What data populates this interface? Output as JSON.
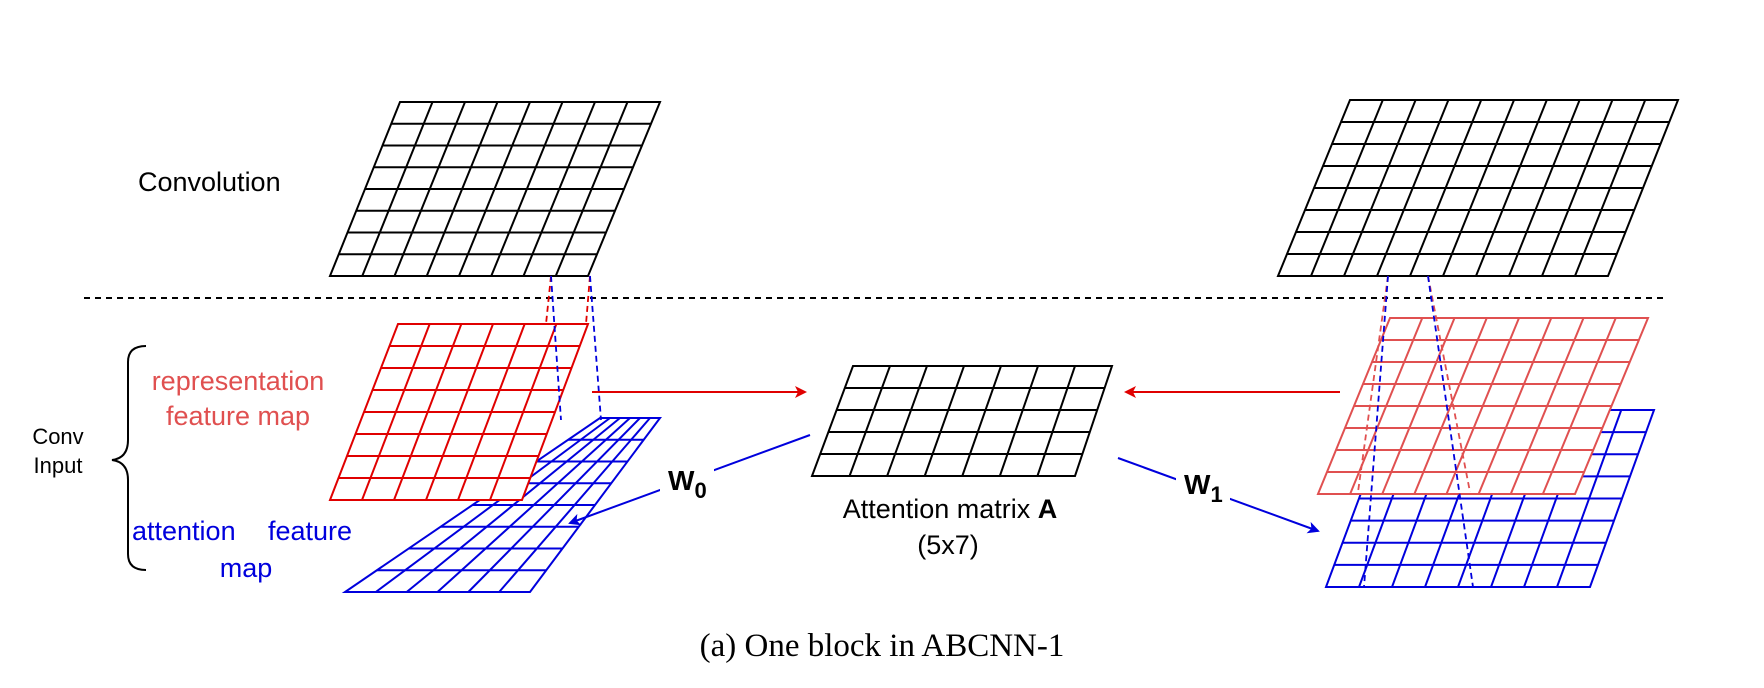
{
  "labels": {
    "convolution": "Convolution",
    "conv_input_line1": "Conv",
    "conv_input_line2": "Input",
    "rep_line1": "representation",
    "rep_line2": "feature map",
    "att_line1": "attention",
    "att_line1b": "feature",
    "att_line2": "map",
    "attention_matrix": "Attention matrix",
    "attention_matrix_symbol": "A",
    "attention_matrix_size": "(5x7)",
    "w0_base": "W",
    "w0_sub": "0",
    "w1_base": "W",
    "w1_sub": "1",
    "caption_prefix": "(a)",
    "caption_text": "One block in ABCNN-1"
  },
  "colors": {
    "black": "#000000",
    "red": "#e00000",
    "red_light": "#e05050",
    "blue": "#0000dd"
  }
}
